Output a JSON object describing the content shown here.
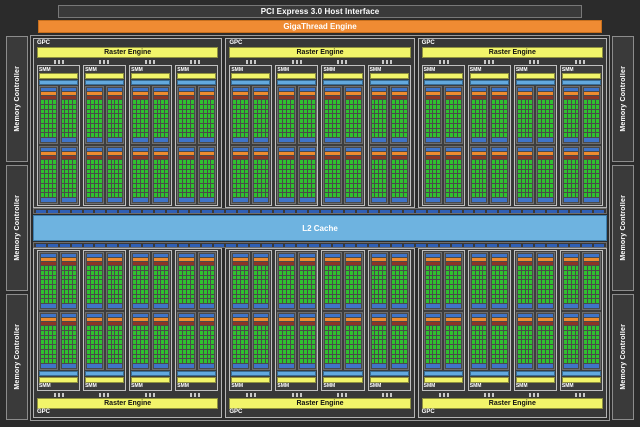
{
  "header": {
    "host_interface": "PCI Express 3.0 Host Interface",
    "gigathread": "GigaThread Engine"
  },
  "memory_controllers": {
    "label": "Memory Controller",
    "left_count": 3,
    "right_count": 3
  },
  "l2": {
    "label": "L2 Cache"
  },
  "gpc": {
    "label": "GPC",
    "raster_label": "Raster Engine",
    "smm_label": "SMM",
    "smm_per_gpc": 4,
    "gpc_per_row": 3,
    "rows": 2
  },
  "smm_detail": {
    "quadrants_per_smm": 4,
    "core_columns": 4,
    "core_rows": 8
  },
  "colors": {
    "background": "#2b2b2b",
    "gigathread": "#ef8b33",
    "raster": "#f2f56a",
    "l2_cache": "#6eb3e0",
    "core_green": "#2fc12f",
    "band_blue": "#3f74c8",
    "band_orange": "#ee8b2e",
    "band_red": "#8c3526",
    "smm_blue": "#63a9de",
    "text": "#ffffff"
  }
}
